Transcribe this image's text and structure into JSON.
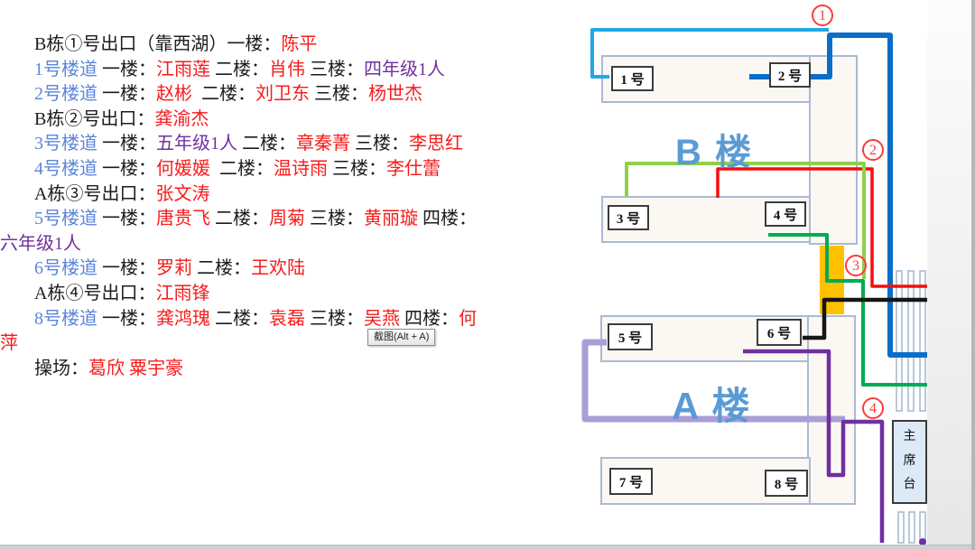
{
  "window": {
    "tooltip_label": "截图(Alt + A)"
  },
  "roster": {
    "colors": {
      "k": "#1c1c1c",
      "b": "#5c85db",
      "r": "#f61b1b",
      "p": "#7030a0"
    },
    "lines": [
      [
        {
          "t": "B栋①号出口（靠西湖）一楼：",
          "c": "k"
        },
        {
          "t": "陈平",
          "c": "r"
        }
      ],
      [
        {
          "t": "1号楼道",
          "c": "b"
        },
        {
          "t": " 一楼：",
          "c": "k"
        },
        {
          "t": "江雨莲",
          "c": "r"
        },
        {
          "t": " 二楼：",
          "c": "k"
        },
        {
          "t": "肖伟",
          "c": "r"
        },
        {
          "t": " 三楼：",
          "c": "k"
        },
        {
          "t": "四年级1人",
          "c": "p"
        }
      ],
      [
        {
          "t": "2号楼道",
          "c": "b"
        },
        {
          "t": " 一楼：",
          "c": "k"
        },
        {
          "t": "赵彬",
          "c": "r"
        },
        {
          "t": "  二楼：",
          "c": "k"
        },
        {
          "t": "刘卫东",
          "c": "r"
        },
        {
          "t": " 三楼：",
          "c": "k"
        },
        {
          "t": "杨世杰",
          "c": "r"
        }
      ],
      [
        {
          "t": "B栋②号出口：",
          "c": "k"
        },
        {
          "t": "龚渝杰",
          "c": "r"
        }
      ],
      [
        {
          "t": "3号楼道",
          "c": "b"
        },
        {
          "t": " 一楼：",
          "c": "k"
        },
        {
          "t": "五年级1人",
          "c": "p"
        },
        {
          "t": " 二楼：",
          "c": "k"
        },
        {
          "t": "章秦菁",
          "c": "r"
        },
        {
          "t": " 三楼：",
          "c": "k"
        },
        {
          "t": "李思红",
          "c": "r"
        }
      ],
      [
        {
          "t": "4号楼道",
          "c": "b"
        },
        {
          "t": " 一楼：",
          "c": "k"
        },
        {
          "t": "何媛媛",
          "c": "r"
        },
        {
          "t": "  二楼：",
          "c": "k"
        },
        {
          "t": "温诗雨",
          "c": "r"
        },
        {
          "t": " 三楼：",
          "c": "k"
        },
        {
          "t": "李仕蕾",
          "c": "r"
        }
      ],
      [
        {
          "t": "A栋③号出口：",
          "c": "k"
        },
        {
          "t": "张文涛",
          "c": "r"
        }
      ],
      [
        {
          "t": "5号楼道",
          "c": "b"
        },
        {
          "t": " 一楼：",
          "c": "k"
        },
        {
          "t": "唐贵飞",
          "c": "r"
        },
        {
          "t": " 二楼：",
          "c": "k"
        },
        {
          "t": "周菊",
          "c": "r"
        },
        {
          "t": " 三楼：",
          "c": "k"
        },
        {
          "t": "黄丽璇",
          "c": "r"
        },
        {
          "t": " 四楼：",
          "c": "k"
        },
        {
          "br": true
        },
        {
          "t": "六年级1人",
          "c": "p"
        }
      ],
      [
        {
          "t": "6号楼道",
          "c": "b"
        },
        {
          "t": " 一楼：",
          "c": "k"
        },
        {
          "t": "罗莉",
          "c": "r"
        },
        {
          "t": " 二楼：",
          "c": "k"
        },
        {
          "t": "王欢陆",
          "c": "r"
        }
      ],
      [
        {
          "t": "A栋④号出口：",
          "c": "k"
        },
        {
          "t": "江雨锋",
          "c": "r"
        }
      ],
      [
        {
          "t": "8号楼道",
          "c": "b"
        },
        {
          "t": " 一楼：",
          "c": "k"
        },
        {
          "t": "龚鸿瑰",
          "c": "r"
        },
        {
          "t": " 二楼：",
          "c": "k"
        },
        {
          "t": "袁磊",
          "c": "r"
        },
        {
          "t": " 三楼：",
          "c": "k"
        },
        {
          "t": "吴燕",
          "c": "r"
        },
        {
          "t": " 四楼：",
          "c": "k"
        },
        {
          "t": "何",
          "c": "r"
        },
        {
          "br": true
        },
        {
          "t": "萍",
          "c": "r"
        }
      ],
      [
        {
          "t": "操场：",
          "c": "k"
        },
        {
          "t": "葛欣 粟宇豪",
          "c": "r"
        }
      ]
    ]
  },
  "diagram": {
    "building_b_label": "B 楼",
    "building_a_label": "A 楼",
    "rooms": [
      {
        "label": "1 号"
      },
      {
        "label": "2 号"
      },
      {
        "label": "3 号"
      },
      {
        "label": "4 号"
      },
      {
        "label": "5 号"
      },
      {
        "label": "6 号"
      },
      {
        "label": "7 号"
      },
      {
        "label": "8 号"
      }
    ],
    "podium_label": "主席台",
    "exit_markers": [
      {
        "num": "1"
      },
      {
        "num": "2"
      },
      {
        "num": "3"
      },
      {
        "num": "4"
      }
    ],
    "routes": [
      {
        "name": "route-lavender",
        "color": "#ab9ed6"
      },
      {
        "name": "route-light-blue",
        "color": "#22a7e8"
      },
      {
        "name": "route-dark-blue",
        "color": "#0a6ec8"
      },
      {
        "name": "route-red",
        "color": "#f60d0d"
      },
      {
        "name": "route-light-green",
        "color": "#90d04a"
      },
      {
        "name": "route-dark-green",
        "color": "#00ac50"
      },
      {
        "name": "route-black",
        "color": "#151515"
      },
      {
        "name": "route-dark-purple",
        "color": "#7030a0"
      }
    ],
    "colors": {
      "building_fill": "#fbf8f4",
      "building_stroke": "#a9bbd2",
      "assembly_fill": "#ffc000",
      "podium_fill": "#dce9f6",
      "label_blue": "#5b9bd5",
      "marker_red": "#fb3b3b"
    }
  }
}
